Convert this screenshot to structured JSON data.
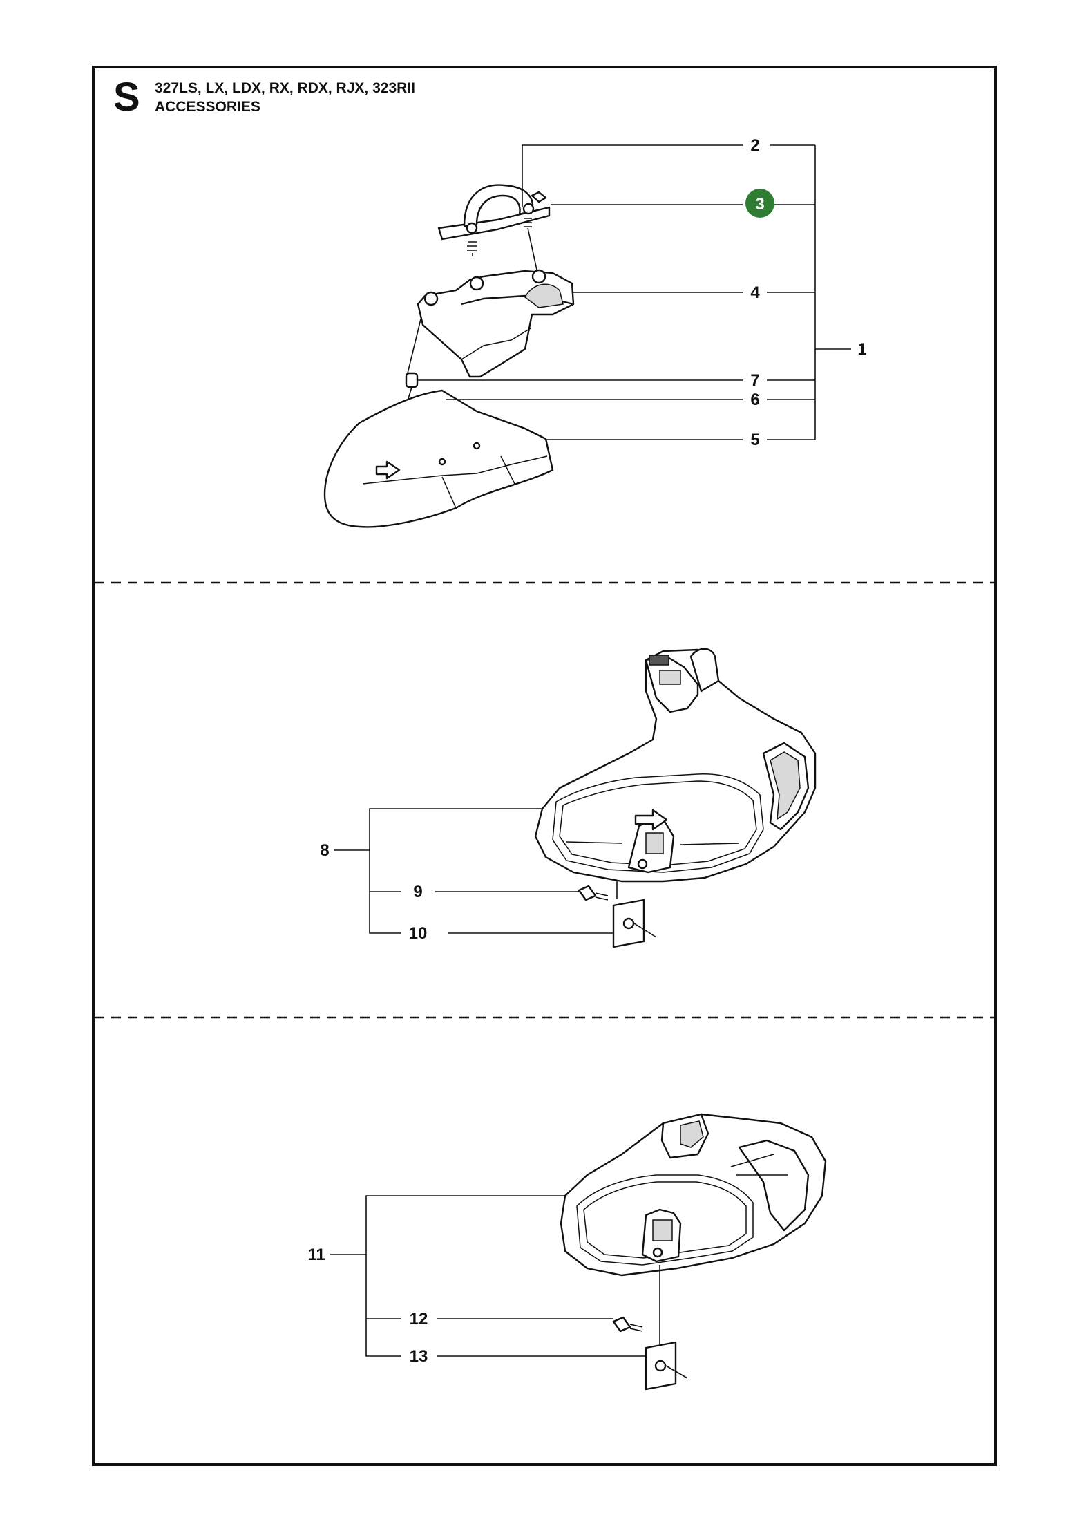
{
  "header": {
    "section_letter": "S",
    "models": "327LS, LX, LDX, RX, RDX, RJX, 323RII",
    "title": "ACCESSORIES"
  },
  "callouts": {
    "c1": "1",
    "c2": "2",
    "c3": "3",
    "c4": "4",
    "c5": "5",
    "c6": "6",
    "c7": "7",
    "c8": "8",
    "c9": "9",
    "c10": "10",
    "c11": "11",
    "c12": "12",
    "c13": "13"
  },
  "colors": {
    "highlight_badge": "#2e7d32",
    "line": "#111111"
  }
}
